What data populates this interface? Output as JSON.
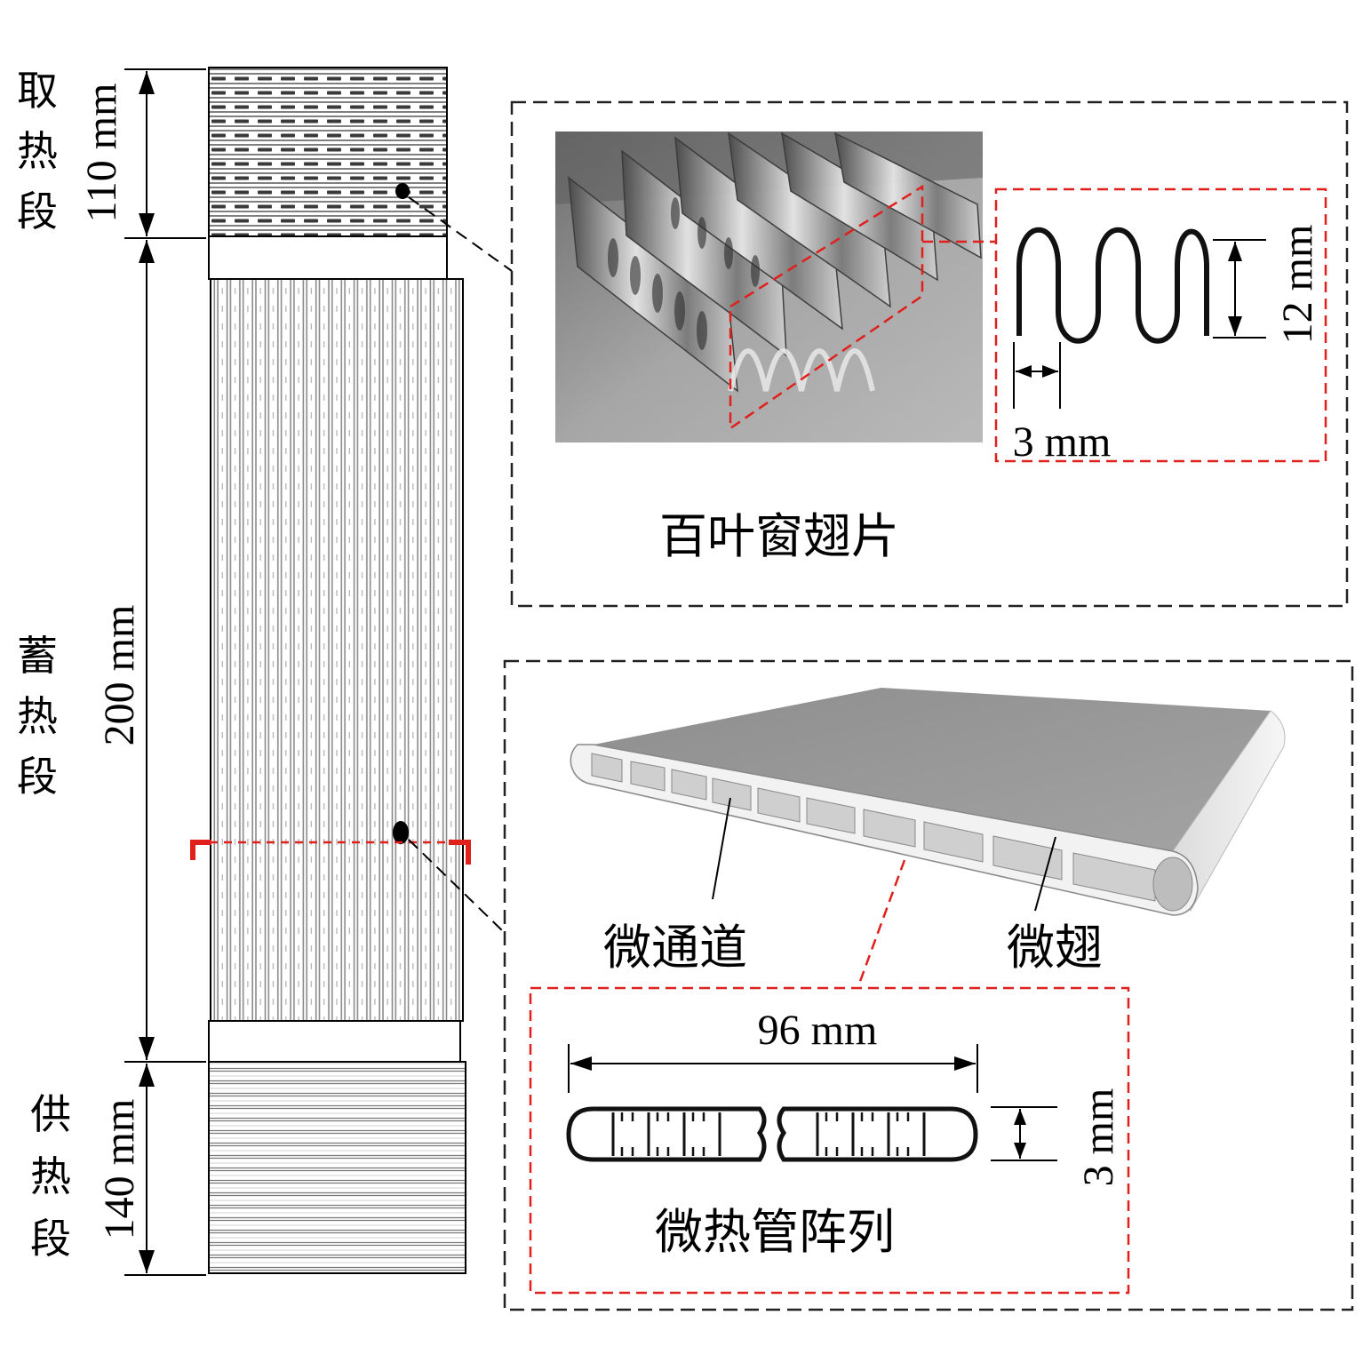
{
  "left_column": {
    "heat_extraction": {
      "label_lines": [
        "取",
        "热",
        "段"
      ],
      "dimension": "110 mm"
    },
    "heat_storage": {
      "label_lines": [
        "蓄",
        "热",
        "段"
      ],
      "dimension": "200 mm"
    },
    "heat_supply": {
      "label_lines": [
        "供",
        "热",
        "段"
      ],
      "dimension": "140 mm"
    }
  },
  "louver_fin_panel": {
    "caption": "百叶窗翅片",
    "fin_height": "12 mm",
    "fin_pitch": "3 mm"
  },
  "micro_heat_pipe_panel": {
    "label_channel": "微通道",
    "label_fin": "微翅",
    "array_caption": "微热管阵列",
    "array_width": "96 mm",
    "array_thickness": "3 mm"
  },
  "colors": {
    "accent_red": "#e0201c",
    "dashed_black": "#222222",
    "tube_grey": "#9a9a9a",
    "photo_metal": "#8d8d8d"
  }
}
